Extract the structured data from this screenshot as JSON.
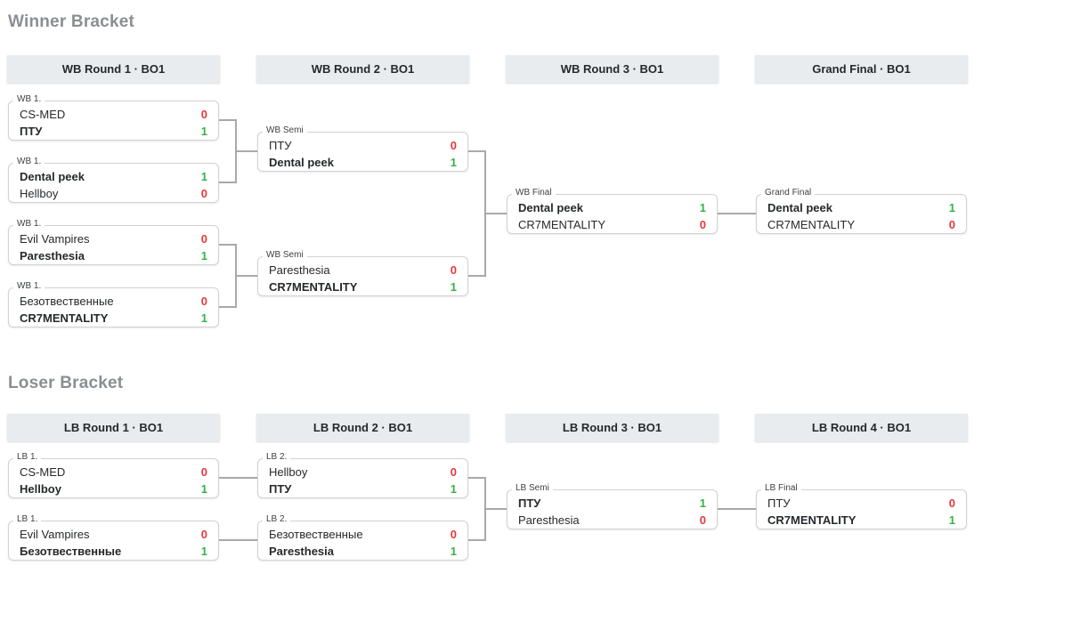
{
  "colors": {
    "win_score": "#33b249",
    "loss_score": "#e5383d",
    "header_bg": "#e9ecef",
    "connector": "#a9a9a9",
    "section_title": "#8b8e92"
  },
  "sections": {
    "winner": {
      "title": "Winner Bracket",
      "rounds": [
        {
          "header": "WB Round 1 · BO1",
          "link": null,
          "matches": [
            {
              "label": "WB 1.",
              "teams": [
                {
                  "name": "CS-MED",
                  "score": 0,
                  "winner": false
                },
                {
                  "name": "ПТУ",
                  "score": 1,
                  "winner": true
                }
              ]
            },
            {
              "label": "WB 1.",
              "teams": [
                {
                  "name": "Dental peek",
                  "score": 1,
                  "winner": true
                },
                {
                  "name": "Hellboy",
                  "score": 0,
                  "winner": false
                }
              ]
            },
            {
              "label": "WB 1.",
              "teams": [
                {
                  "name": "Evil Vampires",
                  "score": 0,
                  "winner": false
                },
                {
                  "name": "Paresthesia",
                  "score": 1,
                  "winner": true
                }
              ]
            },
            {
              "label": "WB 1.",
              "teams": [
                {
                  "name": "Безотвественные",
                  "score": 0,
                  "winner": false
                },
                {
                  "name": "CR7MENTALITY",
                  "score": 1,
                  "winner": true
                }
              ]
            }
          ]
        },
        {
          "header": "WB Round 2 · BO1",
          "link": "pair",
          "matches": [
            {
              "label": "WB Semi",
              "teams": [
                {
                  "name": "ПТУ",
                  "score": 0,
                  "winner": false
                },
                {
                  "name": "Dental peek",
                  "score": 1,
                  "winner": true
                }
              ]
            },
            {
              "label": "WB Semi",
              "teams": [
                {
                  "name": "Paresthesia",
                  "score": 0,
                  "winner": false
                },
                {
                  "name": "CR7MENTALITY",
                  "score": 1,
                  "winner": true
                }
              ]
            }
          ]
        },
        {
          "header": "WB Round 3 · BO1",
          "link": "pair",
          "matches": [
            {
              "label": "WB Final",
              "teams": [
                {
                  "name": "Dental peek",
                  "score": 1,
                  "winner": true
                },
                {
                  "name": "CR7MENTALITY",
                  "score": 0,
                  "winner": false
                }
              ]
            }
          ]
        },
        {
          "header": "Grand Final · BO1",
          "link": "straight",
          "matches": [
            {
              "label": "Grand Final",
              "teams": [
                {
                  "name": "Dental peek",
                  "score": 1,
                  "winner": true
                },
                {
                  "name": "CR7MENTALITY",
                  "score": 0,
                  "winner": false
                }
              ]
            }
          ]
        }
      ]
    },
    "loser": {
      "title": "Loser Bracket",
      "rounds": [
        {
          "header": "LB Round 1 · BO1",
          "link": null,
          "matches": [
            {
              "label": "LB 1.",
              "teams": [
                {
                  "name": "CS-MED",
                  "score": 0,
                  "winner": false
                },
                {
                  "name": "Hellboy",
                  "score": 1,
                  "winner": true
                }
              ]
            },
            {
              "label": "LB 1.",
              "teams": [
                {
                  "name": "Evil Vampires",
                  "score": 0,
                  "winner": false
                },
                {
                  "name": "Безотвественные",
                  "score": 1,
                  "winner": true
                }
              ]
            }
          ]
        },
        {
          "header": "LB Round 2 · BO1",
          "link": "straight",
          "matches": [
            {
              "label": "LB 2.",
              "teams": [
                {
                  "name": "Hellboy",
                  "score": 0,
                  "winner": false
                },
                {
                  "name": "ПТУ",
                  "score": 1,
                  "winner": true
                }
              ]
            },
            {
              "label": "LB 2.",
              "teams": [
                {
                  "name": "Безотвественные",
                  "score": 0,
                  "winner": false
                },
                {
                  "name": "Paresthesia",
                  "score": 1,
                  "winner": true
                }
              ]
            }
          ]
        },
        {
          "header": "LB Round 3 · BO1",
          "link": "pair",
          "matches": [
            {
              "label": "LB Semi",
              "teams": [
                {
                  "name": "ПТУ",
                  "score": 1,
                  "winner": true
                },
                {
                  "name": "Paresthesia",
                  "score": 0,
                  "winner": false
                }
              ]
            }
          ]
        },
        {
          "header": "LB Round 4 · BO1",
          "link": "straight",
          "matches": [
            {
              "label": "LB Final",
              "teams": [
                {
                  "name": "ПТУ",
                  "score": 0,
                  "winner": false
                },
                {
                  "name": "CR7MENTALITY",
                  "score": 1,
                  "winner": true
                }
              ]
            }
          ]
        }
      ]
    }
  }
}
